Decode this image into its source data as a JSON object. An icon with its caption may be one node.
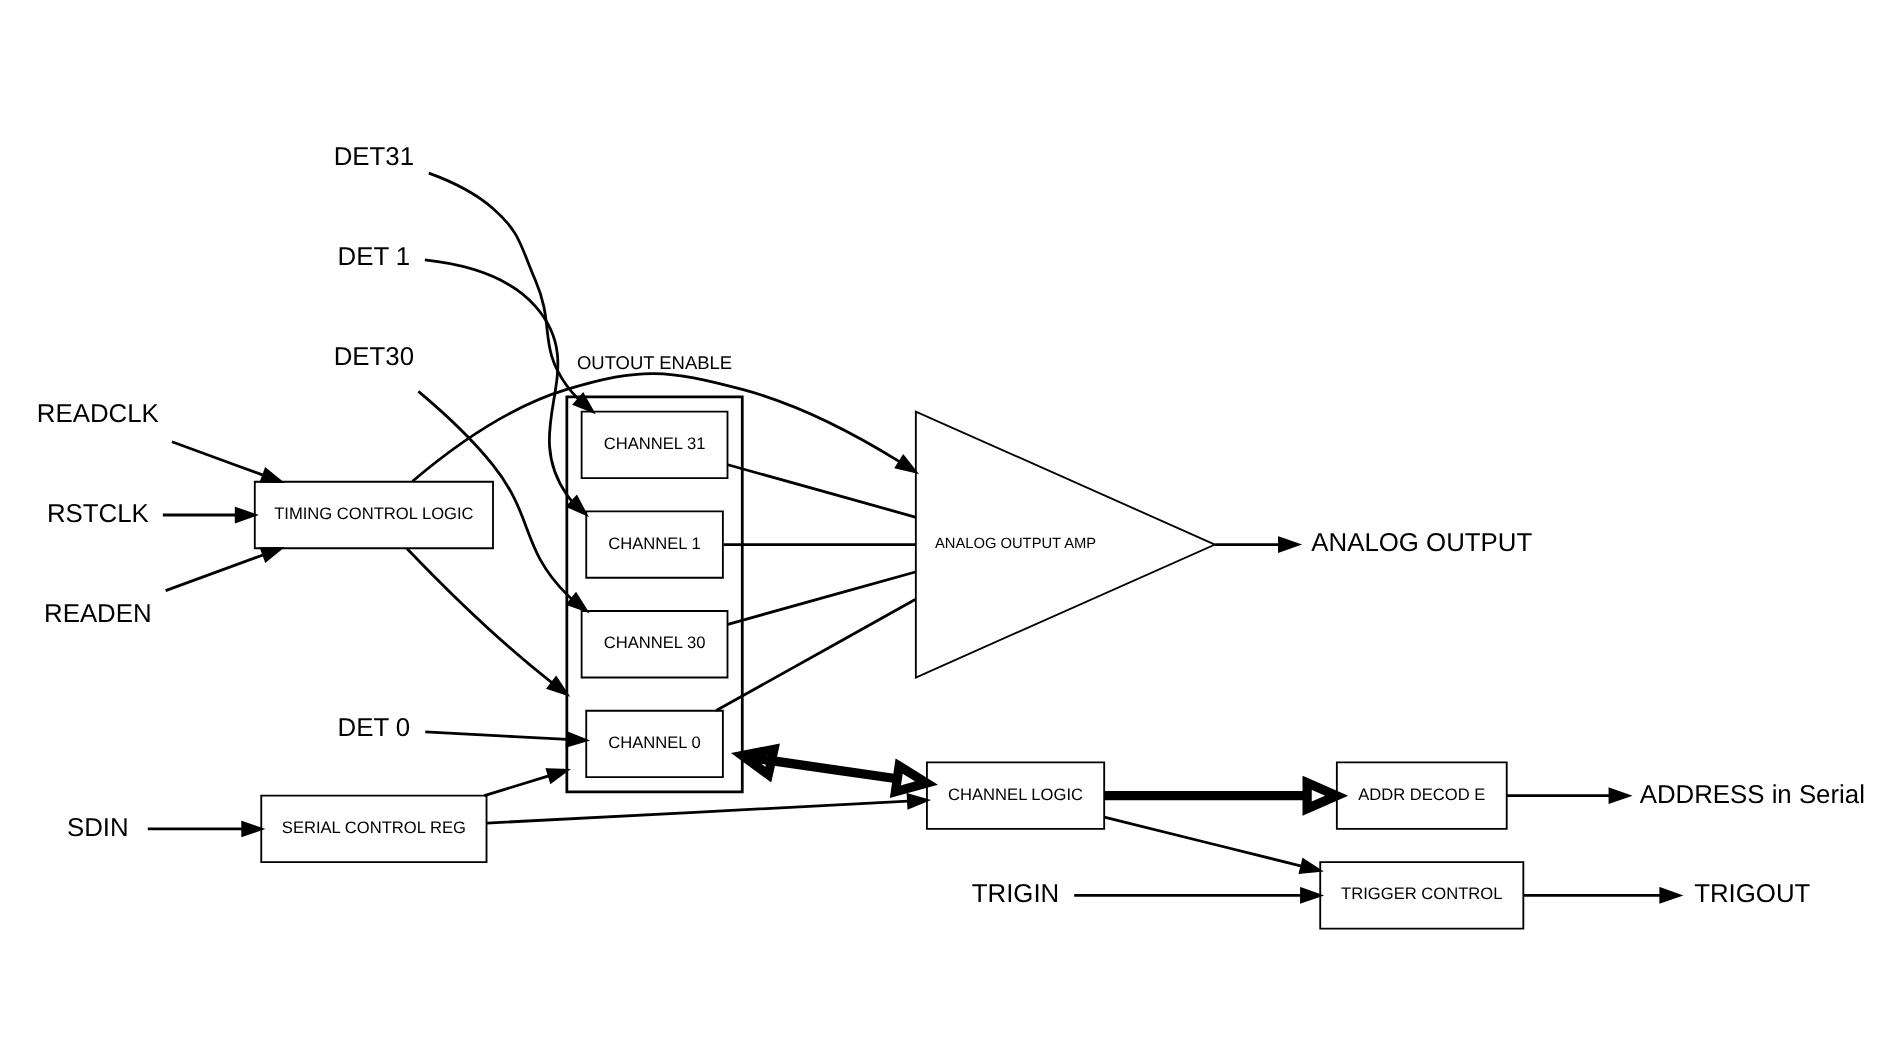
{
  "diagram": {
    "nodes": [
      {
        "text": [
          "DET 0"
        ]
      },
      {
        "text": [
          "DET 1"
        ]
      },
      {
        "text": [
          "DET30"
        ]
      },
      {
        "text": [
          "DET31"
        ]
      },
      {
        "text": [],
        "shape": "box"
      },
      {
        "text": [
          "CHANNEL 0"
        ],
        "in": 4
      },
      {
        "text": [
          "CHANNEL 1"
        ],
        "in": 4
      },
      {
        "text": [
          "CHANNEL 30"
        ],
        "in": 4
      },
      {
        "text": [
          "CHANNEL 31"
        ],
        "in": 4
      },
      {
        "text": [
          "CHANNEL LOGIC"
        ]
      },
      {
        "text": [
          "ADDR DECOD E"
        ]
      },
      {
        "text": [
          "ADDRESS in Serial"
        ]
      },
      {
        "text": [
          "TRIGIN"
        ]
      },
      {
        "text": [
          "TRIGGER CONTROL"
        ]
      },
      {
        "text": [
          "TRIGOUT"
        ]
      },
      {
        "text": [
          "SDIN"
        ]
      },
      {
        "text": [
          "SERIAL CONTROL REG"
        ]
      },
      {
        "text": [
          "ANALOG OUTPUT AMP"
        ]
      },
      {
        "text": [
          "ANALOG OUTPUT"
        ]
      },
      {
        "text": [
          "READEN"
        ]
      },
      {
        "text": [
          "READCLK"
        ]
      },
      {
        "text": [
          "RSTCLK"
        ]
      },
      {
        "text": [
          "TIMING CONTROL LOGIC"
        ]
      }
    ],
    "edges": [
      {
        "from": 0,
        "to": 5,
        "arrow": "to"
      },
      {
        "from": 1,
        "to": 6,
        "arrow": "to"
      },
      {
        "from": 2,
        "to": 7,
        "arrow": "to"
      },
      {
        "from": 3,
        "to": 8,
        "arrow": "to"
      },
      {
        "from": 4,
        "to": 9,
        "arrow": "both",
        "style": "thick"
      },
      {
        "from": 9,
        "to": 10,
        "arrow": "to",
        "style": "thick"
      },
      {
        "from": 10,
        "to": 11,
        "arrow": "to"
      },
      {
        "from": 5,
        "to": 17,
        "arrow": "none"
      },
      {
        "from": 6,
        "to": 17,
        "arrow": "none"
      },
      {
        "from": 7,
        "to": 17,
        "arrow": "none"
      },
      {
        "from": 8,
        "to": 17,
        "arrow": "none"
      },
      {
        "from": 9,
        "to": 13,
        "arrow": "to"
      },
      {
        "from": 12,
        "to": 13,
        "arrow": "to"
      },
      {
        "from": 13,
        "to": 14,
        "arrow": "to"
      },
      {
        "from": 15,
        "to": 16,
        "arrow": "to"
      },
      {
        "from": 16,
        "to": 4,
        "arrow": "to"
      },
      {
        "from": 16,
        "to": 9,
        "arrow": "to"
      },
      {
        "from": 17,
        "to": 18,
        "arrow": "to"
      },
      {
        "from": 19,
        "to": 22,
        "arrow": "to"
      },
      {
        "from": 20,
        "to": 22,
        "arrow": "to"
      },
      {
        "from": 21,
        "to": 22,
        "arrow": "to"
      },
      {
        "from": 22,
        "to": 4,
        "arrow": "to"
      },
      {
        "from": 22,
        "to": 17,
        "arrow": "to",
        "label": "OUTOUT ENABLE"
      }
    ]
  }
}
